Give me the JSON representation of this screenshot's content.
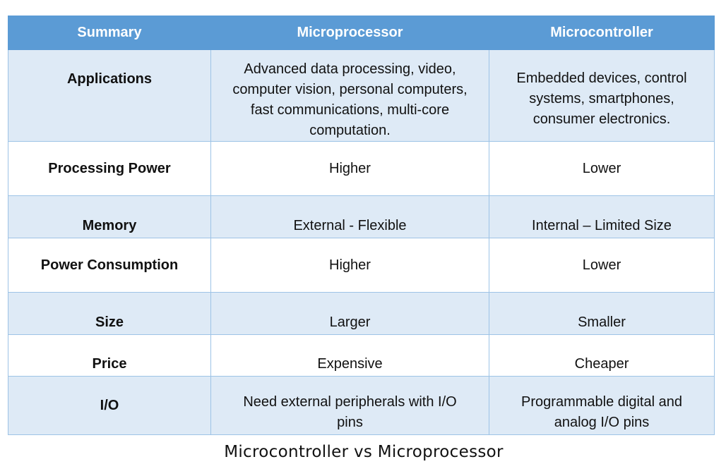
{
  "table": {
    "headers": [
      "Summary",
      "Microprocessor",
      "Microcontroller"
    ],
    "rows": [
      {
        "label": "Applications",
        "microprocessor": "Advanced data processing, video, computer vision, personal computers, fast communications, multi-core computation.",
        "microcontroller": "Embedded devices, control systems, smartphones, consumer electronics."
      },
      {
        "label": "Processing Power",
        "microprocessor": "Higher",
        "microcontroller": "Lower"
      },
      {
        "label": "Memory",
        "microprocessor": "External - Flexible",
        "microcontroller": "Internal – Limited Size"
      },
      {
        "label": "Power Consumption",
        "microprocessor": "Higher",
        "microcontroller": "Lower"
      },
      {
        "label": "Size",
        "microprocessor": "Larger",
        "microcontroller": "Smaller"
      },
      {
        "label": "Price",
        "microprocessor": "Expensive",
        "microcontroller": "Cheaper"
      },
      {
        "label": "I/O",
        "microprocessor": "Need external peripherals with I/O pins",
        "microcontroller": "Programmable digital and analog I/O pins"
      }
    ]
  },
  "caption": "Microcontroller vs Microprocessor",
  "colors": {
    "header_bg": "#5b9bd5",
    "band_bg": "#deeaf6",
    "border": "#9dc3e6"
  }
}
